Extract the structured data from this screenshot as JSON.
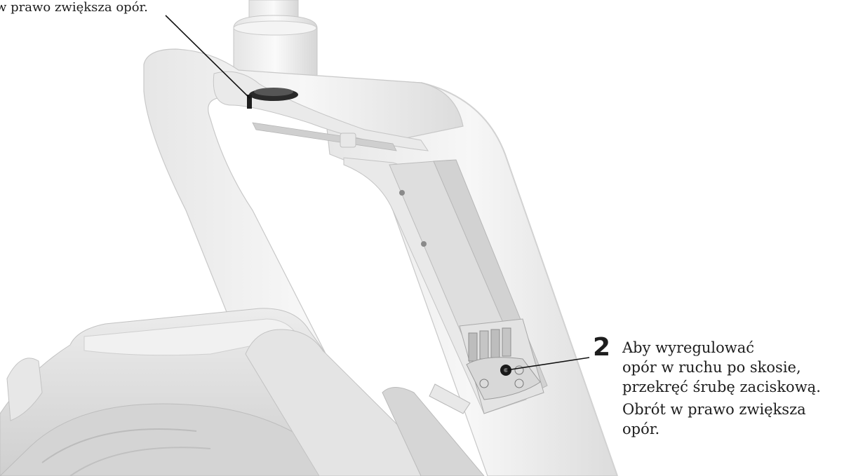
{
  "callout_1": {
    "text": "w prawo zwiększa opór."
  },
  "callout_2": {
    "number": "2",
    "line_1": "Aby wyregulować",
    "line_2": "opór w ruchu po skosie,",
    "line_3": "przekręć śrubę zaciskową.",
    "note_line_1": "Obrót w prawo zwiększa",
    "note_line_2": "opór."
  },
  "colors": {
    "text": "#1d1d1d",
    "housing_light": "#f2f2f2",
    "housing_mid": "#dcdcdc",
    "housing_dark": "#bdbdbd",
    "leader_line": "#111111"
  }
}
